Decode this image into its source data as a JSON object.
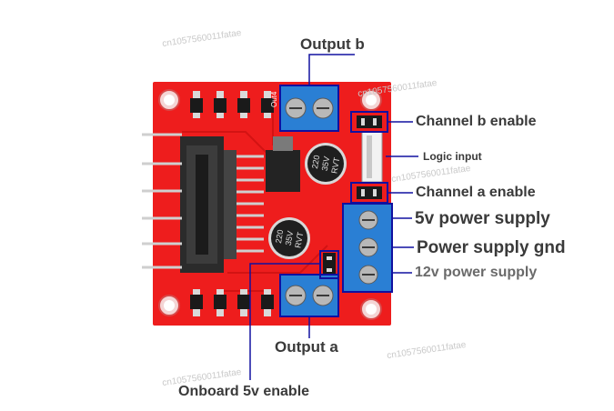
{
  "labels": {
    "output_b": "Output b",
    "channel_b_enable": "Channel b enable",
    "logic_input": "Logic input",
    "channel_a_enable": "Channel a enable",
    "five_v_power_supply": "5v power supply",
    "power_supply_gnd": "Power supply gnd",
    "twelve_v_power_supply": "12v power supply",
    "output_a": "Output a",
    "onboard_5v_enable": "Onboard 5v enable"
  },
  "board_markings": {
    "capacitor_top": [
      "220",
      "35V",
      "RVT"
    ],
    "capacitor_bottom": [
      "220",
      "35V",
      "RVT"
    ],
    "out4": "Out4"
  },
  "watermark": "cn1057560011fatae",
  "colors": {
    "pcb_red": "#ee1d1d",
    "terminal_blue": "#2a7fd4",
    "highlight_box": "#1010a0",
    "label_text": "#3a3a3a"
  }
}
